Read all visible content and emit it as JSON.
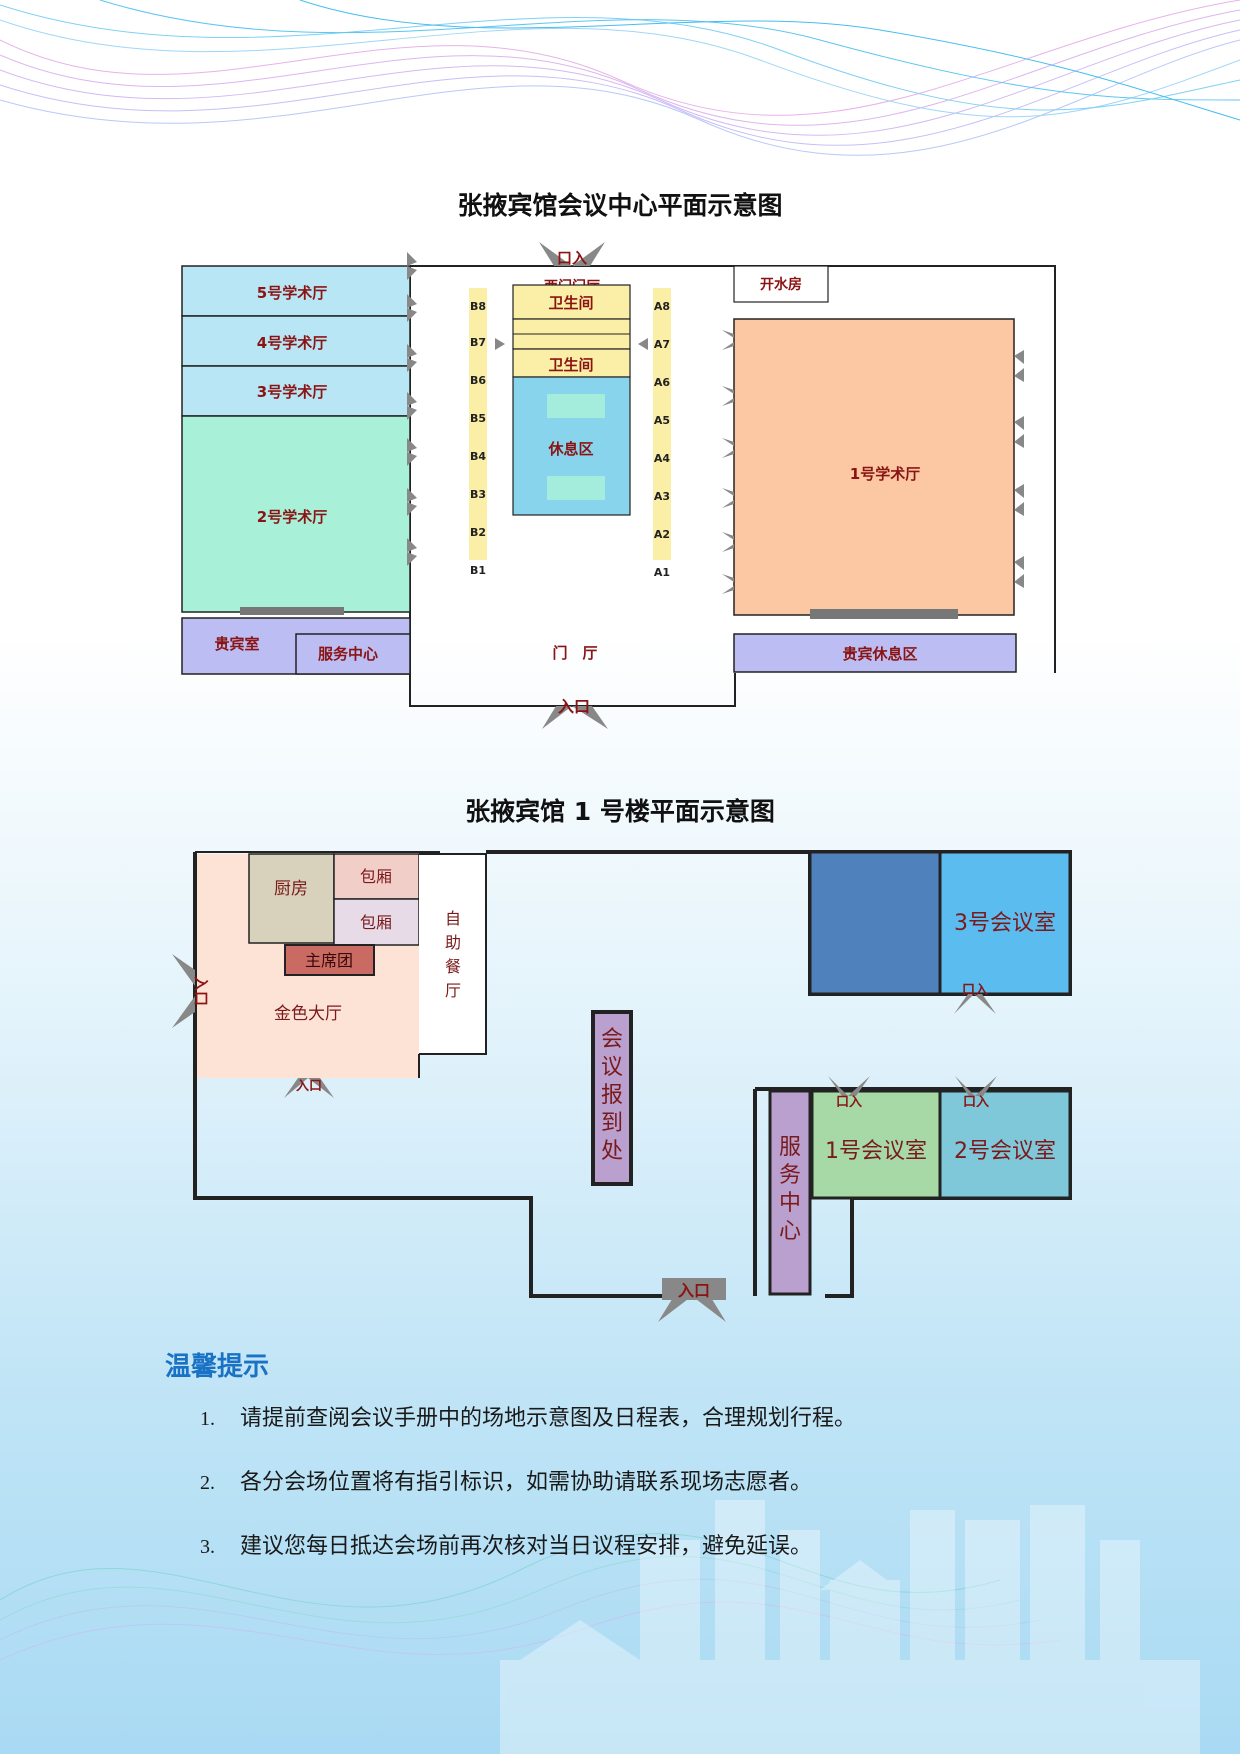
{
  "plan1": {
    "title": "张掖宾馆会议中心平面示意图",
    "rooms": {
      "hall5": "5号学术厅",
      "hall4": "4号学术厅",
      "hall3": "3号学术厅",
      "hall2": "2号学术厅",
      "hall1": "1号学术厅",
      "vip_room": "贵宾室",
      "service_center": "服务中心",
      "vip_lounge": "贵宾休息区",
      "water_room": "开水房",
      "west_lobby": "西门门厅",
      "lobby": "门　厅",
      "restroom_top": "卫生间",
      "restroom_bottom": "卫生间",
      "rest_area": "休息区"
    },
    "booths_b": [
      "B8",
      "B7",
      "B6",
      "B5",
      "B4",
      "B3",
      "B2",
      "B1"
    ],
    "booths_a": [
      "A8",
      "A7",
      "A6",
      "A5",
      "A4",
      "A3",
      "A2",
      "A1"
    ],
    "entrance_north": "口入",
    "entrance_south": "入口"
  },
  "plan2": {
    "title": "张掖宾馆 1 号楼平面示意图",
    "rooms": {
      "kitchen": "厨房",
      "private_room_1": "包厢",
      "private_room_2": "包厢",
      "head_table": "主席团",
      "golden_hall": "金色大厅",
      "buffet": "自助餐厅",
      "registration": "会议报到处",
      "service_center": "服务中心",
      "meeting1": "1号会议室",
      "meeting2": "2号会议室",
      "meeting3": "3号会议室"
    },
    "entrance_west": "入口",
    "entrance_hall": "入口",
    "entrance_main": "入口",
    "door_meeting1": "口入",
    "door_meeting2": "口入",
    "door_meeting3": "口入"
  },
  "tips": {
    "heading": "温馨提示",
    "items": [
      {
        "num": "1.",
        "text": "请提前查阅会议手册中的场地示意图及日程表，合理规划行程。"
      },
      {
        "num": "2.",
        "text": "各分会场位置将有指引标识，如需协助请联系现场志愿者。"
      },
      {
        "num": "3.",
        "text": "建议您每日抵达会场前再次核对当日议程安排，避免延误。"
      }
    ]
  },
  "colors": {
    "hall_blue": "#b8e6f5",
    "hall_green": "#a8f0d8",
    "hall_peach": "#fcc8a4",
    "lavender": "#bcbdf2",
    "restroom_yellow": "#fbeea6",
    "rest_area_cyan": "#88d4ec",
    "room_text": "#8a1414",
    "tips_blue": "#1a72c4"
  }
}
